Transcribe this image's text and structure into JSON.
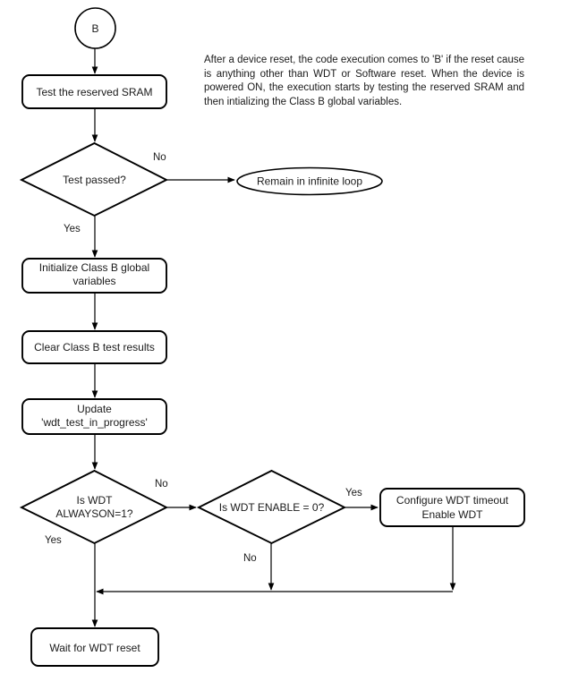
{
  "diagram": {
    "title": "Class B startup / WDT initialization flowchart",
    "background_color": "#ffffff",
    "line_color": "#000000",
    "text_color": "#1a1a1a"
  },
  "annotation": {
    "text": "After a device reset, the code execution comes to 'B' if the reset cause is anything other than WDT or Software reset. When the device is powered ON, the execution starts by testing the reserved SRAM and then intializing the Class B global variables."
  },
  "nodes": {
    "connector_b": {
      "label": "B",
      "shape": "circle"
    },
    "test_sram": {
      "label": "Test the reserved SRAM",
      "shape": "rounded-rect"
    },
    "test_passed": {
      "label": "Test passed?",
      "shape": "diamond"
    },
    "infinite_loop": {
      "label": "Remain in infinite loop",
      "shape": "ellipse"
    },
    "init_globals": {
      "line1": "Initialize Class B global",
      "line2": "variables",
      "shape": "rounded-rect"
    },
    "clear_results": {
      "label": "Clear Class B test results",
      "shape": "rounded-rect"
    },
    "update_wdt_flag": {
      "line1": "Update",
      "line2": "'wdt_test_in_progress'",
      "shape": "rounded-rect"
    },
    "wdt_alwayson": {
      "line1": "Is WDT",
      "line2": "ALWAYSON=1?",
      "shape": "diamond"
    },
    "wdt_enable": {
      "label": "Is WDT ENABLE = 0?",
      "shape": "diamond"
    },
    "configure_wdt": {
      "line1": "Configure WDT timeout",
      "line2": "Enable WDT",
      "shape": "rounded-rect"
    },
    "wait_wdt_reset": {
      "label": "Wait for WDT reset",
      "shape": "rounded-rect"
    }
  },
  "edge_labels": {
    "test_passed_no": "No",
    "test_passed_yes": "Yes",
    "wdt_alwayson_no": "No",
    "wdt_alwayson_yes": "Yes",
    "wdt_enable_yes": "Yes",
    "wdt_enable_no": "No"
  }
}
